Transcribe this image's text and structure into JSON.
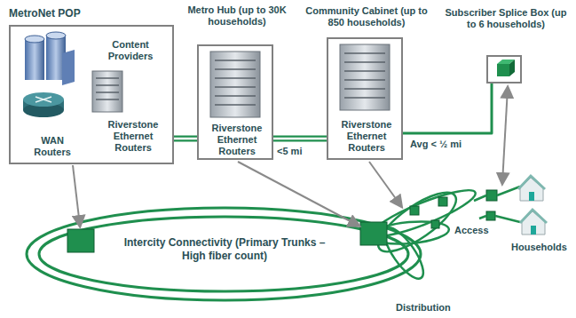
{
  "diagram": {
    "nodes": [
      {
        "text": [
          "MetroNet POP",
          "Content Providers",
          "WAN Routers",
          "Riverstone Ethernet Routers"
        ]
      },
      {
        "text": [
          "Metro Hub (up to 30K households)",
          "Riverstone Ethernet Routers"
        ]
      },
      {
        "text": [
          "Community Cabinet (up to 850 households)",
          "Riverstone Ethernet Routers"
        ]
      },
      {
        "text": [
          "Subscriber Splice Box (up to 6 households)"
        ]
      }
    ],
    "edges": [
      {
        "from": 0,
        "to": 1,
        "arrow": "none"
      },
      {
        "from": 1,
        "to": 2,
        "arrow": "none"
      },
      {
        "from": 2,
        "to": 3,
        "arrow": "none"
      }
    ],
    "labels": [
      "<5 mi",
      "Avg < ½ mi",
      "Intercity Connectivity (Primary Trunks – High fiber count)",
      "Access",
      "Households",
      "Distribution"
    ]
  }
}
